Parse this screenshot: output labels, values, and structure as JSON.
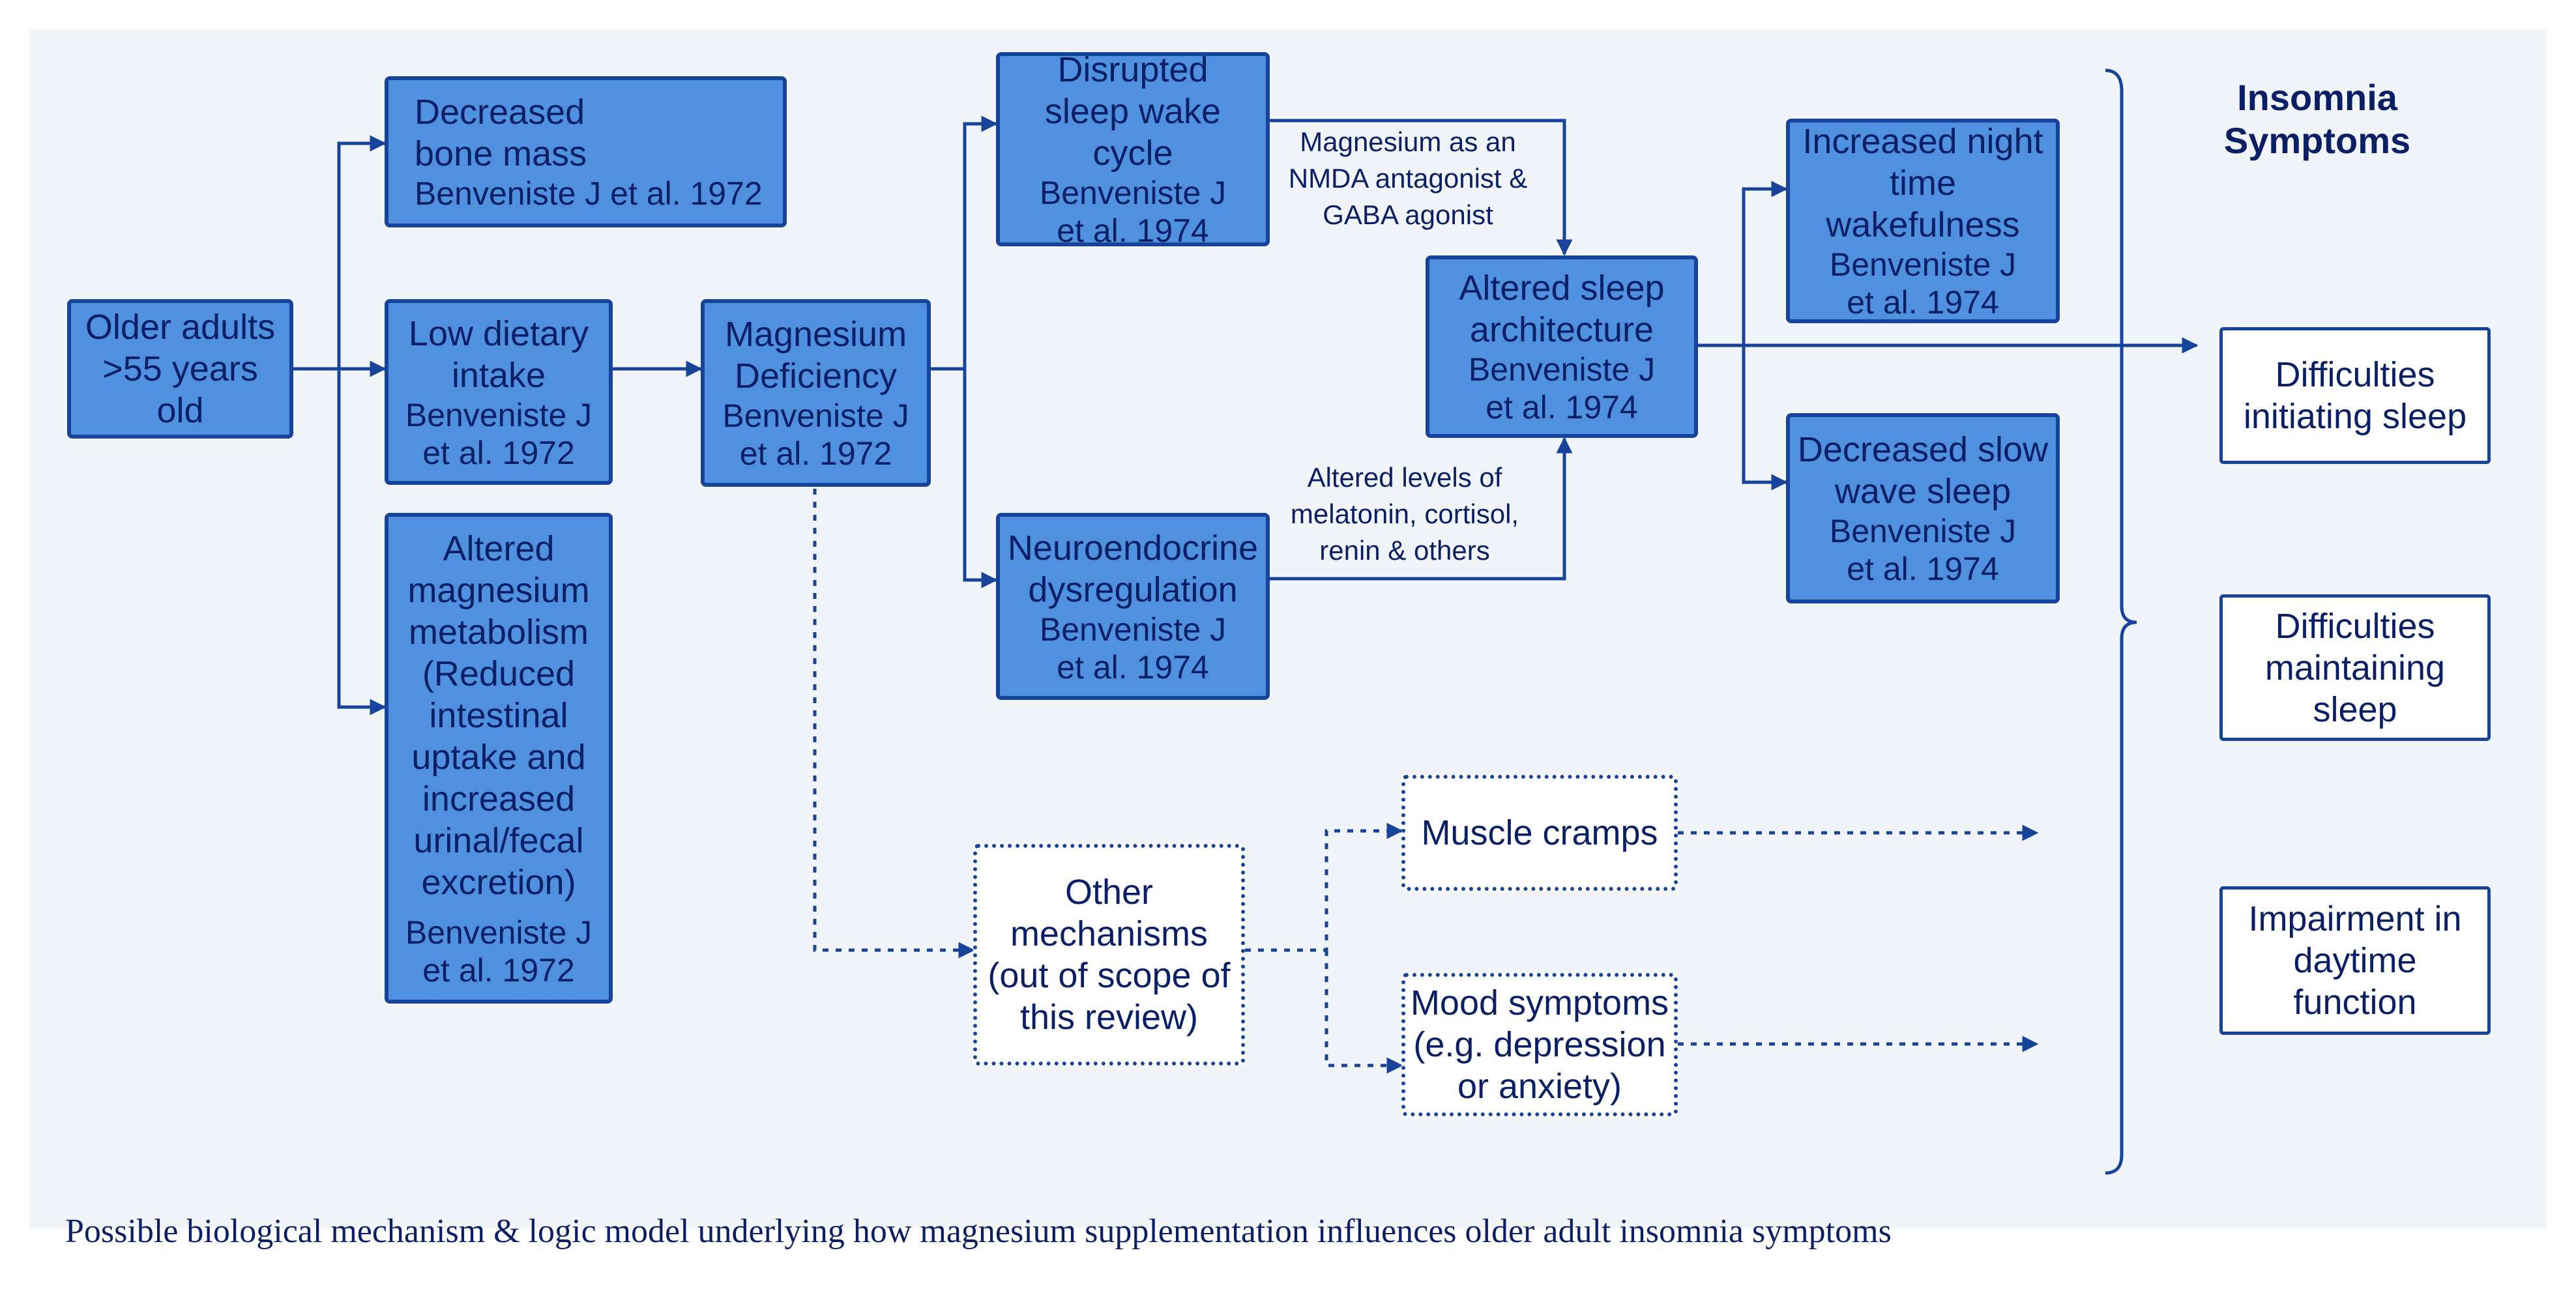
{
  "nodes": {
    "older_adults": {
      "title": "Older adults >55 years old",
      "citation": ""
    },
    "bone_mass": {
      "title": "Decreased bone mass",
      "citation": "Benveniste J et al. 1972"
    },
    "low_intake": {
      "title": "Low dietary intake",
      "citation": "Benveniste J et al. 1972"
    },
    "altered_metabolism": {
      "title": "Altered magnesium metabolism (Reduced intestinal uptake and increased urinal/fecal excretion)",
      "citation": "Benveniste J et al. 1972"
    },
    "mg_deficiency": {
      "title": "Magnesium Deficiency",
      "citation": "Benveniste J et al. 1972"
    },
    "disrupted_sleep": {
      "title": "Disrupted sleep wake cycle",
      "citation": "Benveniste J et al. 1974"
    },
    "neuroendocrine": {
      "title": "Neuroendocrine dysregulation",
      "citation": "Benveniste J et al. 1974"
    },
    "altered_architecture": {
      "title": "Altered sleep architecture",
      "citation": "Benveniste J et al. 1974"
    },
    "night_wakefulness": {
      "title": "Increased night time wakefulness",
      "citation": "Benveniste J et al. 1974"
    },
    "slow_wave": {
      "title": "Decreased slow wave sleep",
      "citation": "Benveniste J et al. 1974"
    },
    "other_mechanisms": {
      "title": "Other mechanisms (out of scope of this review)",
      "citation": ""
    },
    "muscle_cramps": {
      "title": "Muscle cramps",
      "citation": ""
    },
    "mood_symptoms": {
      "title": "Mood symptoms (e.g. depression or anxiety)",
      "citation": ""
    }
  },
  "edge_labels": {
    "nmda": "Magnesium as an NMDA antagonist & GABA agonist",
    "neuro_levels": "Altered levels of melatonin, cortisol, renin & others"
  },
  "symptoms": {
    "heading": "Insomnia Symptoms",
    "items": [
      "Difficulties initiating sleep",
      "Difficulties maintaining sleep",
      "Impairment in daytime function"
    ]
  },
  "caption": "Possible biological mechanism & logic model underlying how magnesium supplementation influences older adult insomnia symptoms",
  "colors": {
    "box_fill": "#4f90df",
    "line": "#17449a",
    "text": "#0b1f66",
    "background": "#f1f5fa"
  }
}
